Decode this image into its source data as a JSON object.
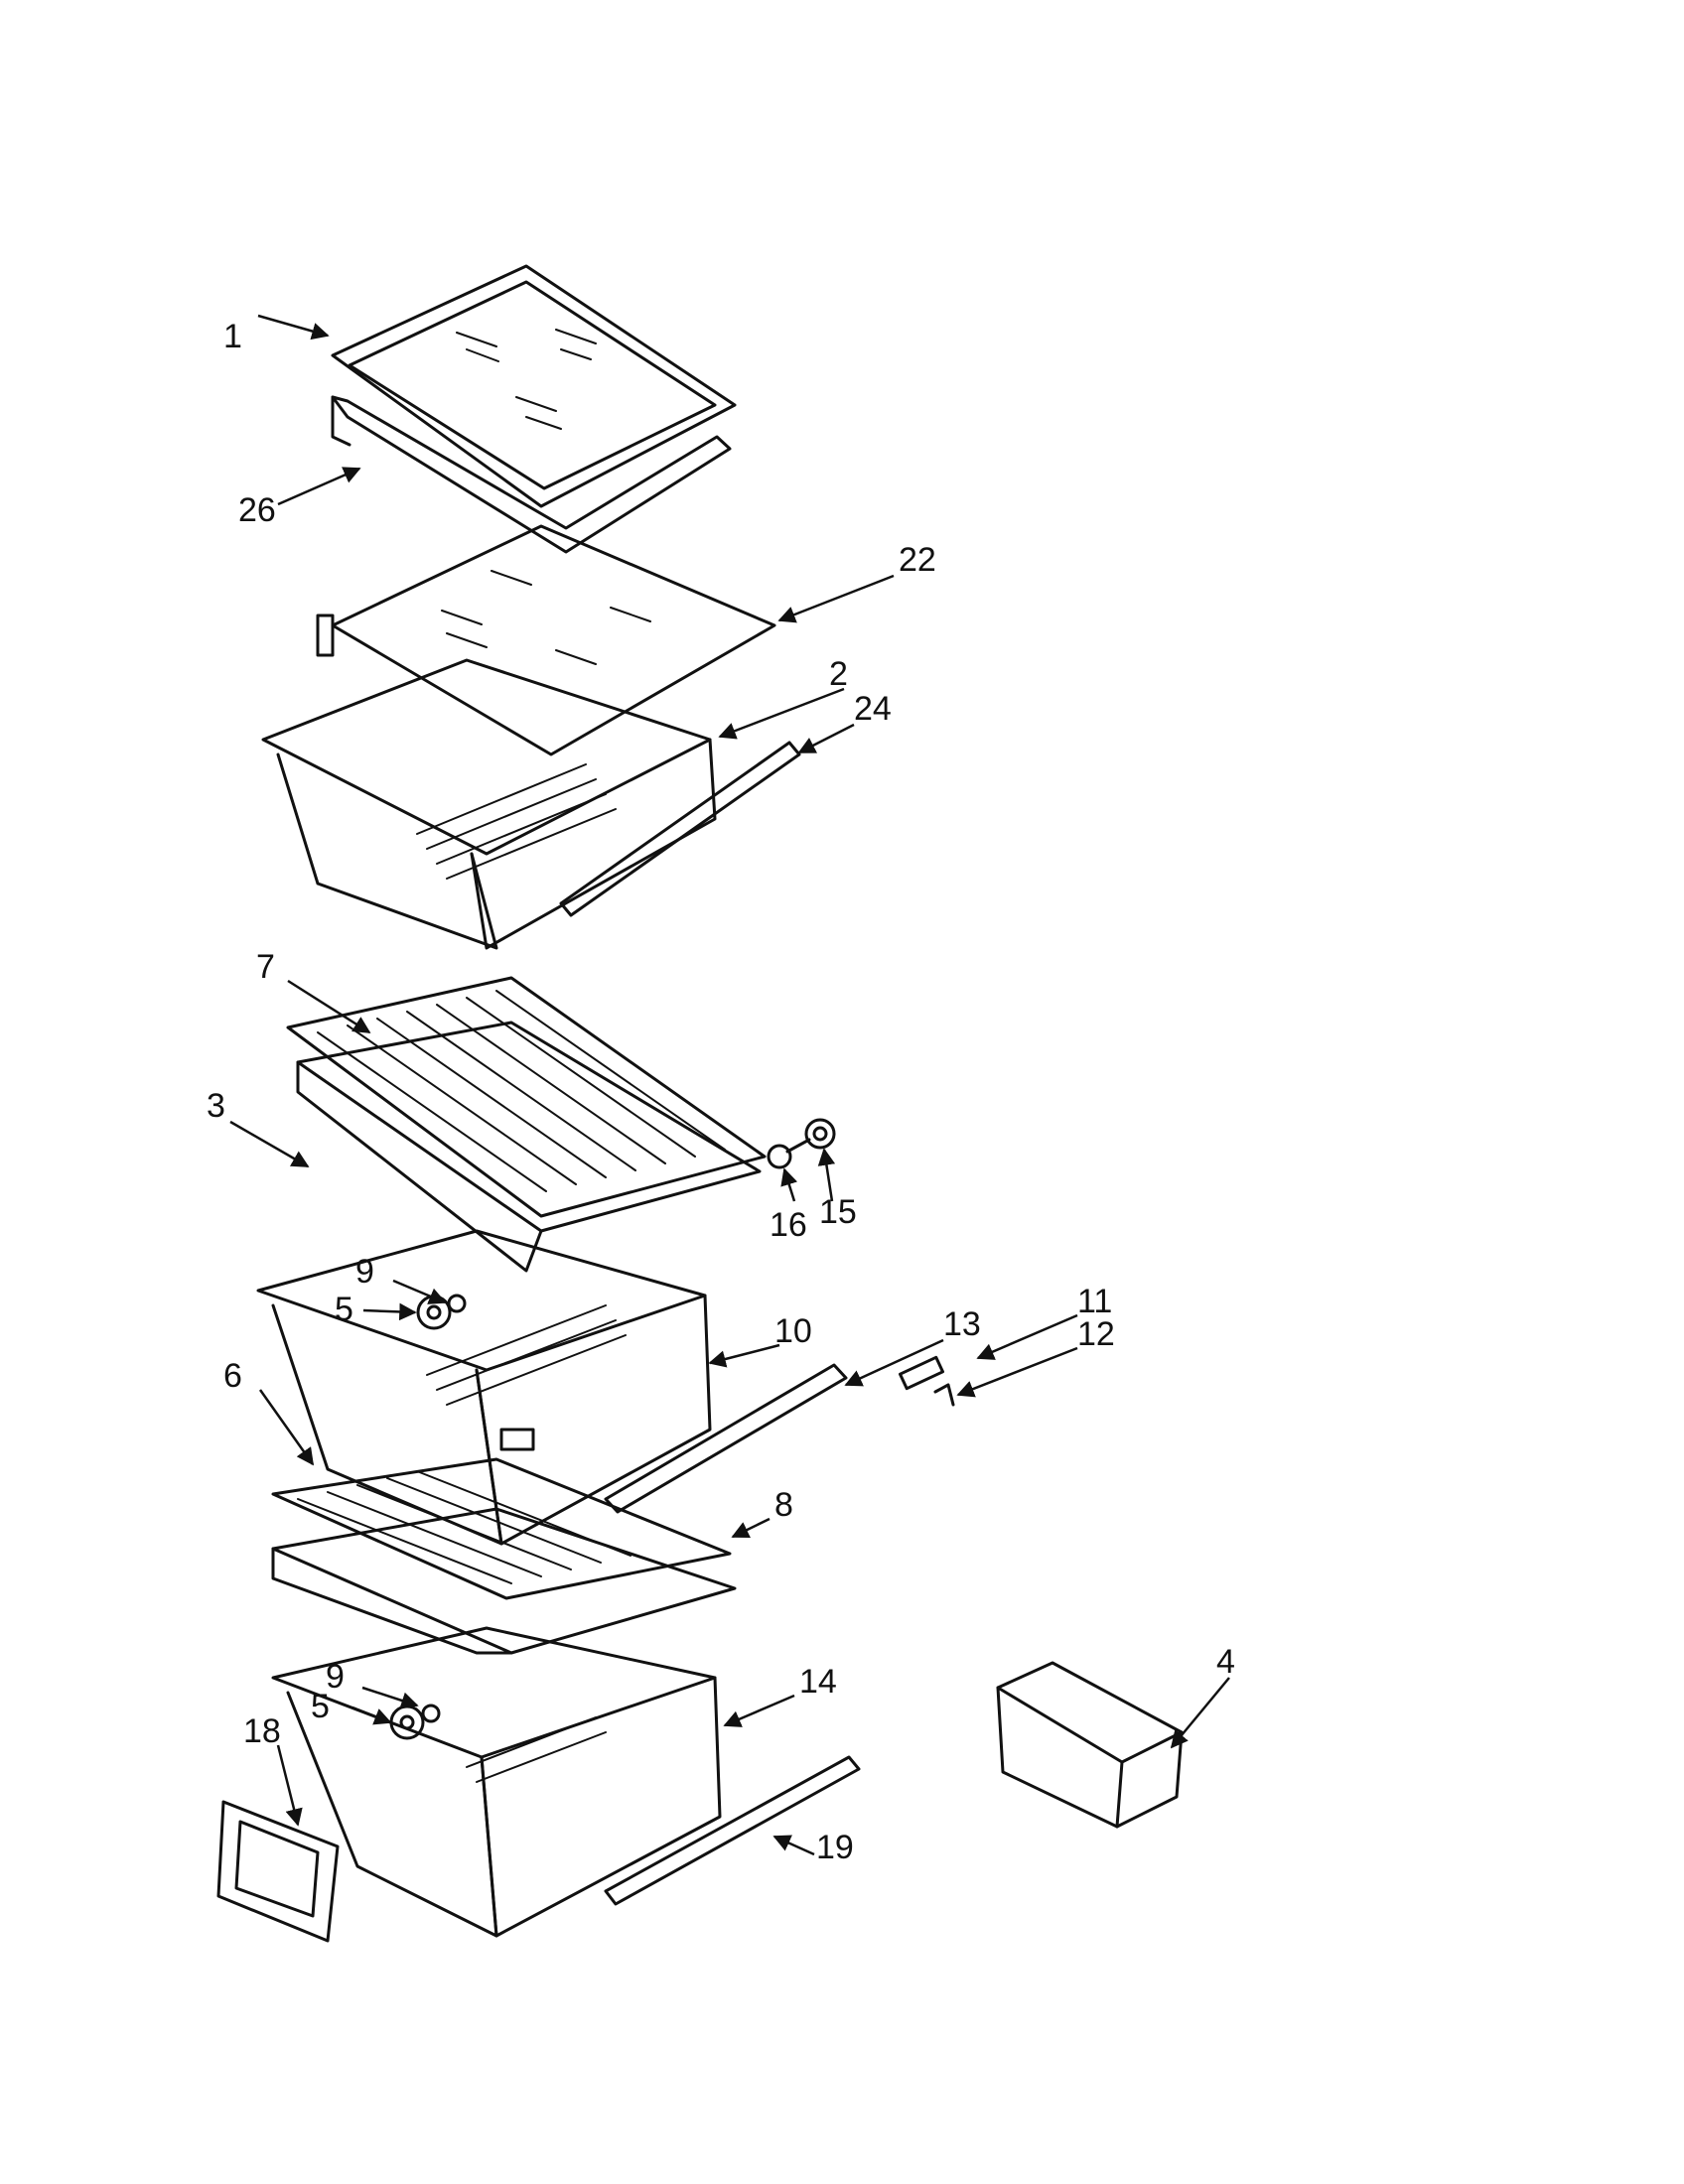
{
  "diagram": {
    "callouts": [
      "1",
      "26",
      "22",
      "2",
      "24",
      "7",
      "3",
      "16",
      "15",
      "9",
      "5",
      "10",
      "13",
      "11",
      "12",
      "6",
      "8",
      "9",
      "5",
      "18",
      "14",
      "4",
      "19"
    ]
  }
}
